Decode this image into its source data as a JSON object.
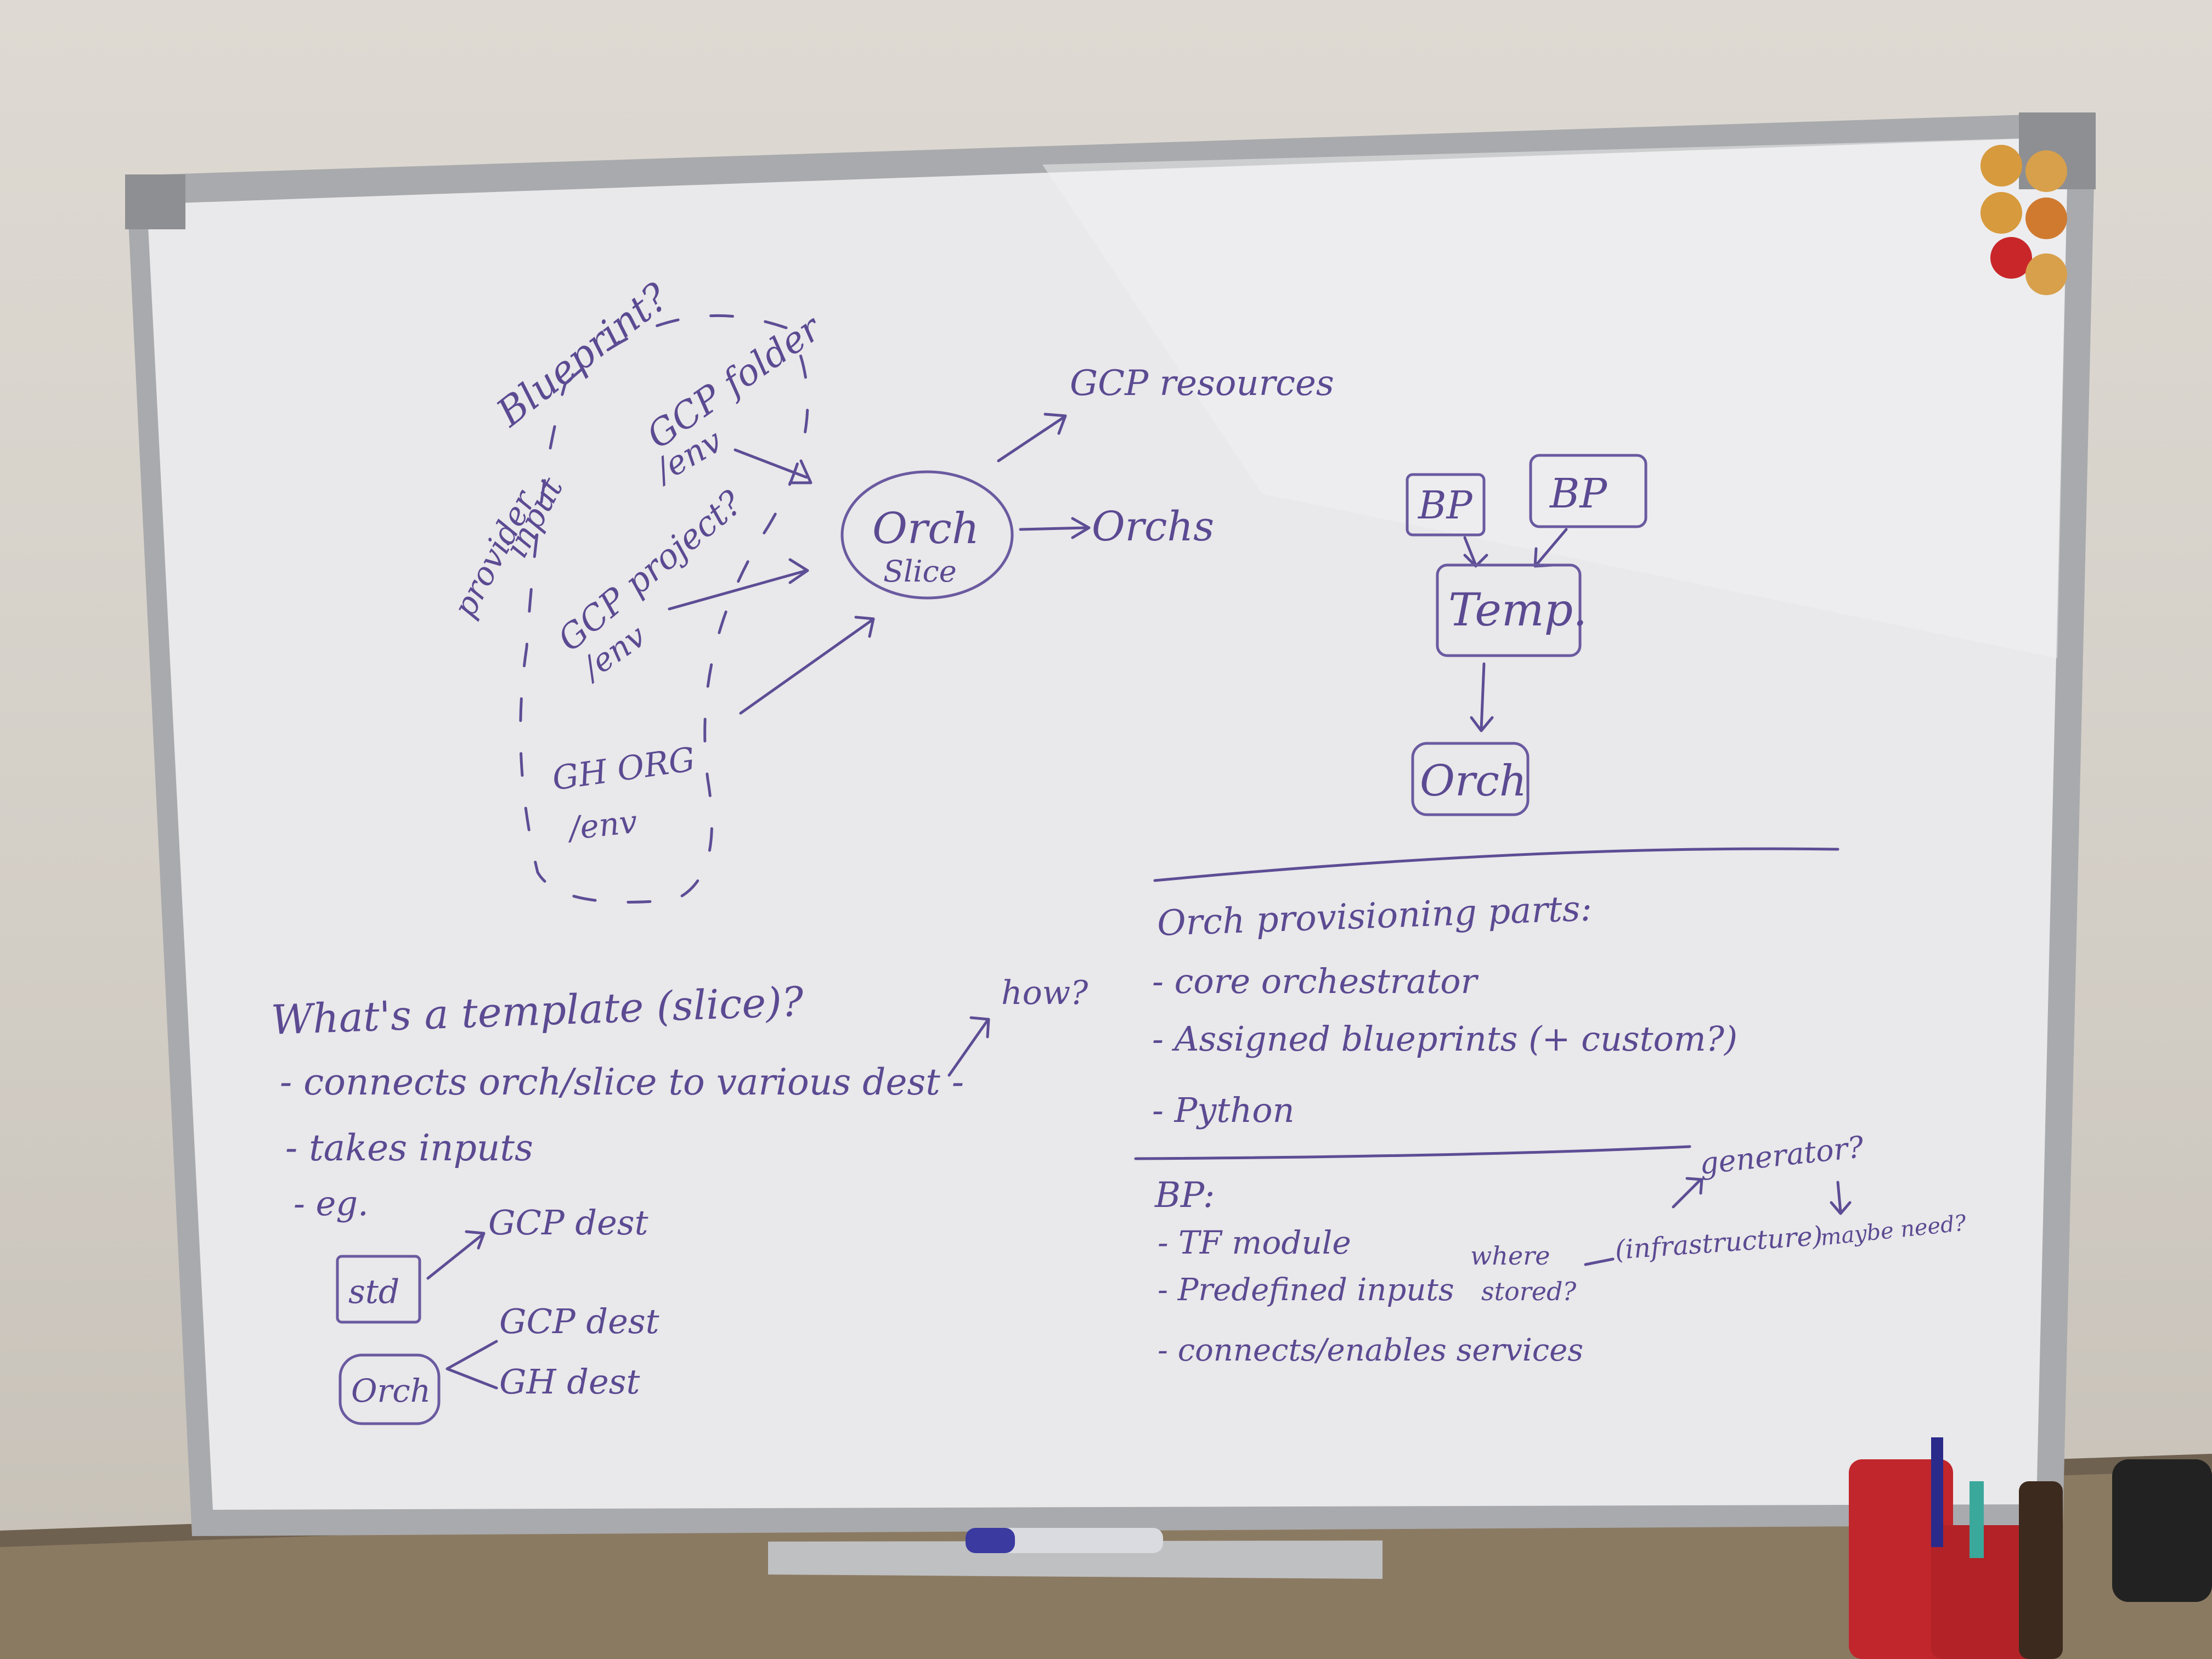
{
  "image": {
    "subject": "whiteboard-photo"
  },
  "colors": {
    "wall": "#dad6cf",
    "board": "#e9e8ea",
    "frame": "#a9aaad",
    "marker_ink": "#5b4a92",
    "desk": "#8b7a62"
  },
  "whiteboard": {
    "left_diagram": {
      "blueprint": "Blueprint?",
      "provider_input": [
        "provider",
        "input"
      ],
      "gcp_folder": [
        "GCP folder",
        "/env"
      ],
      "gcp_project": [
        "GCP project?",
        "/env"
      ],
      "gh_org": [
        "GH ORG",
        "/env"
      ],
      "orch_slice": [
        "Orch",
        "Slice"
      ],
      "gcp_resources": "GCP resources",
      "orchs": "Orchs"
    },
    "right_diagram": {
      "bp_left": "BP",
      "bp_right": "BP",
      "temp": "Temp.",
      "orch": "Orch"
    },
    "template_notes": {
      "question": "What's a template (slice)?",
      "how": "how?",
      "bullets": [
        "- connects orch/slice to various dest -",
        "- takes inputs",
        "- eg."
      ],
      "std_box": "std",
      "std_dest": "GCP dest",
      "orch_box": "Orch",
      "orch_dests": [
        "GCP dest",
        "GH dest"
      ]
    },
    "provisioning_notes": {
      "heading": "Orch provisioning parts:",
      "items": [
        "- core orchestrator",
        "- Assigned blueprints (+ custom?)",
        "- Python"
      ]
    },
    "bp_notes": {
      "heading": "BP:",
      "items": [
        "- TF module",
        "- Predefined inputs",
        "- connects/enables services"
      ],
      "where_stored": [
        "where",
        "stored?"
      ],
      "infrastructure": "(infrastructure)",
      "generator": "generator?",
      "maybe_need": "maybe need?"
    }
  }
}
